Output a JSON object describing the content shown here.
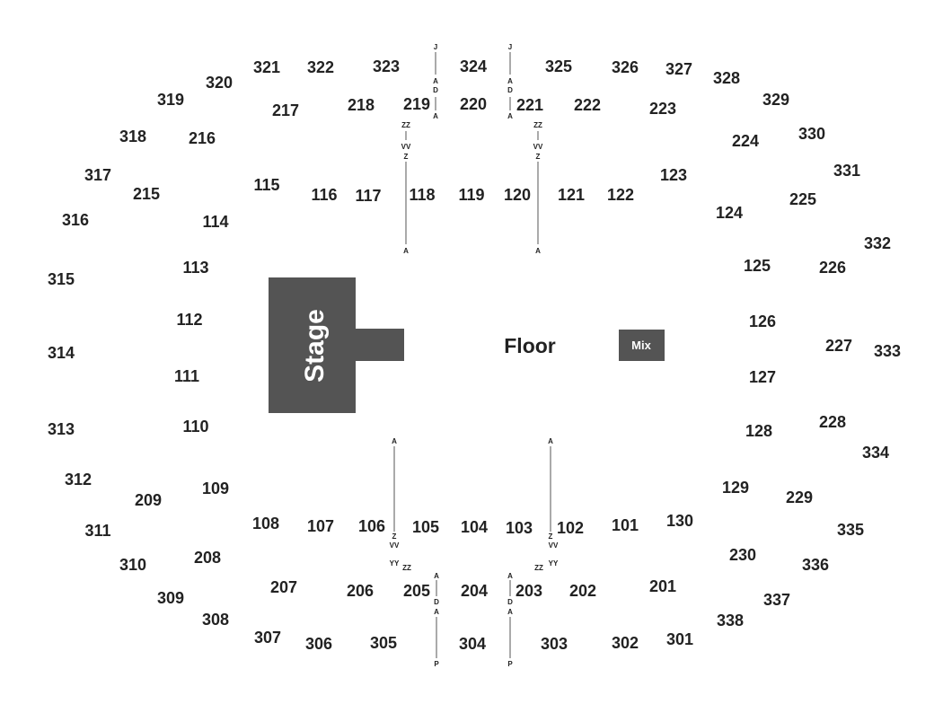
{
  "map": {
    "floor_label": "Floor",
    "stage_label": "Stage",
    "mix_label": "Mix",
    "colors": {
      "block": "#545454",
      "text": "#222222",
      "aisle": "#555555"
    },
    "sections": {
      "s101": "101",
      "s102": "102",
      "s103": "103",
      "s104": "104",
      "s105": "105",
      "s106": "106",
      "s107": "107",
      "s108": "108",
      "s109": "109",
      "s110": "110",
      "s111": "111",
      "s112": "112",
      "s113": "113",
      "s114": "114",
      "s115": "115",
      "s116": "116",
      "s117": "117",
      "s118": "118",
      "s119": "119",
      "s120": "120",
      "s121": "121",
      "s122": "122",
      "s123": "123",
      "s124": "124",
      "s125": "125",
      "s126": "126",
      "s127": "127",
      "s128": "128",
      "s129": "129",
      "s130": "130",
      "s201": "201",
      "s202": "202",
      "s203": "203",
      "s204": "204",
      "s205": "205",
      "s206": "206",
      "s207": "207",
      "s208": "208",
      "s209": "209",
      "s215": "215",
      "s216": "216",
      "s217": "217",
      "s218": "218",
      "s219": "219",
      "s220": "220",
      "s221": "221",
      "s222": "222",
      "s223": "223",
      "s224": "224",
      "s225": "225",
      "s226": "226",
      "s227": "227",
      "s228": "228",
      "s229": "229",
      "s230": "230",
      "s301": "301",
      "s302": "302",
      "s303": "303",
      "s304": "304",
      "s305": "305",
      "s306": "306",
      "s307": "307",
      "s308": "308",
      "s309": "309",
      "s310": "310",
      "s311": "311",
      "s312": "312",
      "s313": "313",
      "s314": "314",
      "s315": "315",
      "s316": "316",
      "s317": "317",
      "s318": "318",
      "s319": "319",
      "s320": "320",
      "s321": "321",
      "s322": "322",
      "s323": "323",
      "s324": "324",
      "s325": "325",
      "s326": "326",
      "s327": "327",
      "s328": "328",
      "s329": "329",
      "s330": "330",
      "s331": "331",
      "s332": "332",
      "s333": "333",
      "s334": "334",
      "s335": "335",
      "s336": "336",
      "s337": "337",
      "s338": "338"
    },
    "rows": {
      "j": "J",
      "a": "A",
      "d": "D",
      "zz": "ZZ",
      "vv": "VV",
      "z": "Z",
      "yy": "YY",
      "p": "P"
    }
  }
}
